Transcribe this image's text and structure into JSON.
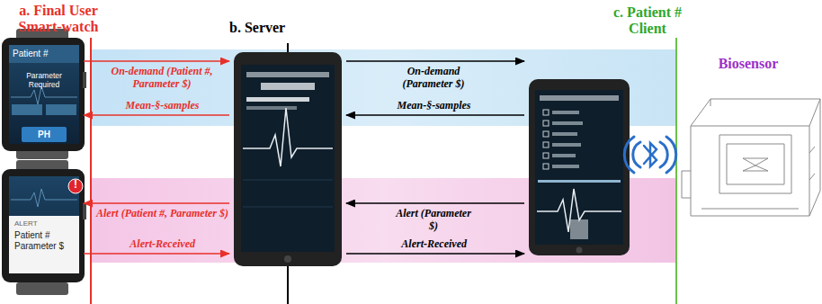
{
  "diagram": {
    "nodes": [
      {
        "text": [
          "a. Final User Smart-watch",
          "Patient #",
          "Parameter Required",
          "PH"
        ]
      },
      {
        "text": [
          "ALERT",
          "Patient # Parameter $"
        ]
      },
      {
        "text": [
          "b. Server"
        ]
      },
      {
        "text": [
          "c. Patient # Client"
        ]
      }
    ],
    "edges": [
      {
        "from": 0,
        "to": 2,
        "label": "On-demand (Patient #, Parameter $)",
        "arrow": "to"
      },
      {
        "from": 2,
        "to": 0,
        "label": "Mean-§-samples",
        "arrow": "to"
      },
      {
        "from": 2,
        "to": 1,
        "label": "Alert (Patient #, Parameter $)",
        "arrow": "to"
      },
      {
        "from": 1,
        "to": 2,
        "label": "Alert-Received",
        "arrow": "to"
      },
      {
        "from": 2,
        "to": 3,
        "label": "On-demand (Parameter $)",
        "arrow": "to"
      },
      {
        "from": 3,
        "to": 2,
        "label": "Mean-§-samples",
        "arrow": "to"
      },
      {
        "from": 3,
        "to": 2,
        "label": "Alert (Parameter $)",
        "arrow": "to"
      },
      {
        "from": 2,
        "to": 3,
        "label": "Alert-Received",
        "arrow": "to"
      }
    ],
    "labels": [
      "!",
      "Biosensor"
    ]
  }
}
